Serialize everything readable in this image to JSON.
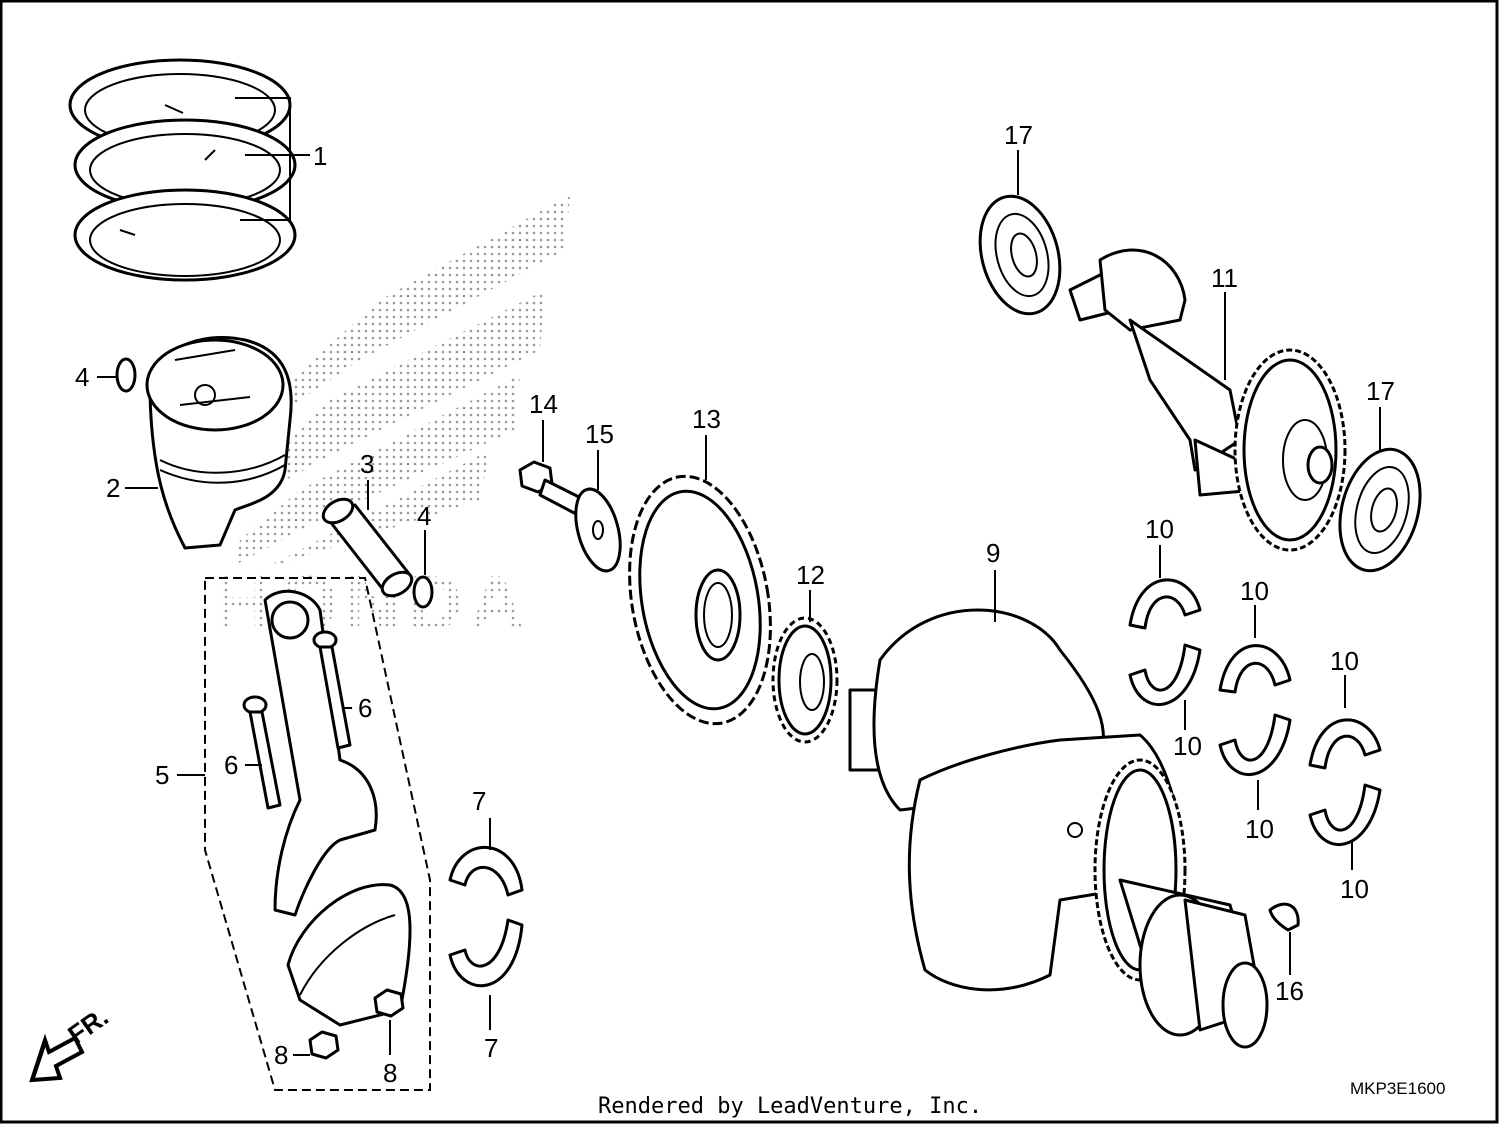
{
  "diagram": {
    "footer_text": "Rendered by LeadVenture, Inc.",
    "diagram_code": "MKP3E1600",
    "direction_label": "FR.",
    "watermark_brand": "HONDA",
    "callouts": [
      {
        "id": "c1",
        "text": "1"
      },
      {
        "id": "c2",
        "text": "2"
      },
      {
        "id": "c3",
        "text": "3"
      },
      {
        "id": "c4a",
        "text": "4"
      },
      {
        "id": "c4b",
        "text": "4"
      },
      {
        "id": "c5",
        "text": "5"
      },
      {
        "id": "c6a",
        "text": "6"
      },
      {
        "id": "c6b",
        "text": "6"
      },
      {
        "id": "c7a",
        "text": "7"
      },
      {
        "id": "c7b",
        "text": "7"
      },
      {
        "id": "c8a",
        "text": "8"
      },
      {
        "id": "c8b",
        "text": "8"
      },
      {
        "id": "c9",
        "text": "9"
      },
      {
        "id": "c10a",
        "text": "10"
      },
      {
        "id": "c10b",
        "text": "10"
      },
      {
        "id": "c10c",
        "text": "10"
      },
      {
        "id": "c10d",
        "text": "10"
      },
      {
        "id": "c10e",
        "text": "10"
      },
      {
        "id": "c10f",
        "text": "10"
      },
      {
        "id": "c11",
        "text": "11"
      },
      {
        "id": "c12",
        "text": "12"
      },
      {
        "id": "c13",
        "text": "13"
      },
      {
        "id": "c14",
        "text": "14"
      },
      {
        "id": "c15",
        "text": "15"
      },
      {
        "id": "c16",
        "text": "16"
      },
      {
        "id": "c17a",
        "text": "17"
      },
      {
        "id": "c17b",
        "text": "17"
      }
    ]
  }
}
